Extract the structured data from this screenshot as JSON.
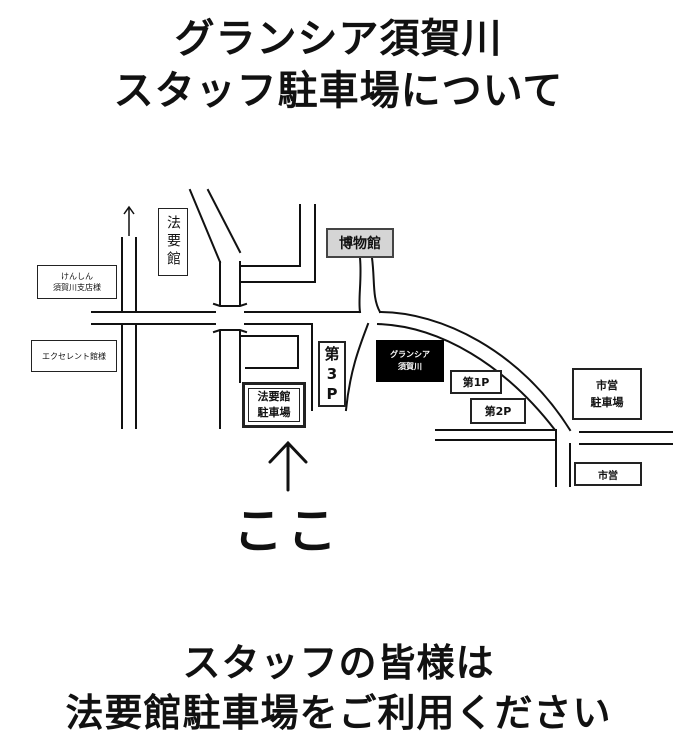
{
  "title": {
    "line1": "グランシア須賀川",
    "line2": "スタッフ駐車場について"
  },
  "map": {
    "labels": {
      "kenshin_line1": "けんしん",
      "kenshin_line2": "須賀川支店様",
      "excellent": "エクセレント館様",
      "houyoukan": "法要館",
      "museum": "博物館",
      "p3_line1": "第",
      "p3_line2": "3",
      "p3_line3": "P",
      "gransia_line1": "グランシア",
      "gransia_line2": "須賀川",
      "p1": "第1P",
      "p2": "第2P",
      "houyoukan_parking_line1": "法要館",
      "houyoukan_parking_line2": "駐車場",
      "city_parking_line1": "市営",
      "city_parking_line2": "駐車場",
      "city": "市営"
    },
    "here_label": "ここ",
    "icons": {
      "north": "arrow-up-icon",
      "here": "arrow-up-icon"
    }
  },
  "footer": {
    "line1": "スタッフの皆様は",
    "line2": "法要館駐車場をご利用ください"
  }
}
